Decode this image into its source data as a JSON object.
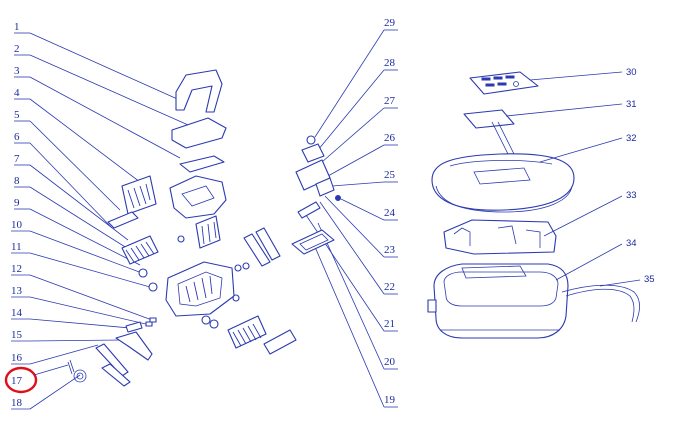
{
  "diagram": {
    "left_labels": [
      "1",
      "2",
      "3",
      "4",
      "5",
      "6",
      "7",
      "8",
      "9",
      "10",
      "11",
      "12",
      "13",
      "14",
      "15",
      "16",
      "17",
      "18"
    ],
    "right_labels": [
      "29",
      "28",
      "27",
      "26",
      "25",
      "24",
      "23",
      "22",
      "21",
      "20",
      "19"
    ],
    "box_labels": [
      "30",
      "31",
      "32",
      "33",
      "34",
      "35"
    ],
    "highlighted_label": "17",
    "highlight_color": "#e0101a",
    "line_color": "#2b3ab0",
    "text_color": "#1b2aa0"
  }
}
